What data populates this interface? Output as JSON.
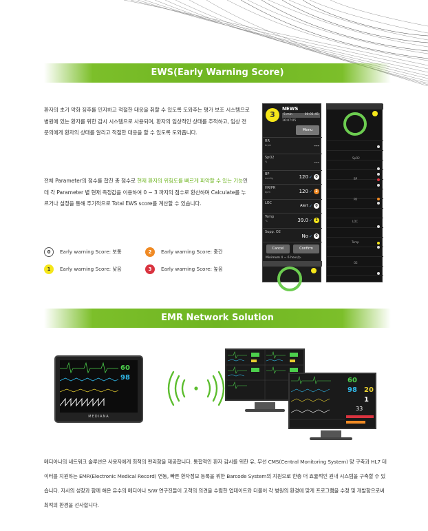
{
  "ews_section": {
    "title": "EWS(Early Warning Score)",
    "paragraph1": "환자의 초기 악화 징후를 인지하고 적절한 대응을 취할 수 있도록 도와주는 평가 보조 시스템으로 병원에 있는 환자를 위한 감시 시스템으로 사용되며, 환자의 임상적인 상태를 추적하고, 임상 전문의에게 환자의 상태를 알리고 적절한 대응을 할 수 있도록 도와줍니다.",
    "paragraph2_before": "전체 Parameter의 점수를 합친 총 점수로 ",
    "paragraph2_highlight": "현재 환자의 위험도를 빠르게 파악할 수 있는 기능",
    "paragraph2_after": "인데 각 Parameter 별 현재 측정값을 이용하여 0 ~ 3 까지의 점수로 환산하며 Calculate를 누르거나 설정을 통해 주기적으로 Total EWS score를 계산할 수 있습니다.",
    "legend": [
      {
        "number": "0",
        "label": "Early warning Score: 보통",
        "color": "#ffffff"
      },
      {
        "number": "2",
        "label": "Early warning Score: 중간",
        "color": "#f08a24"
      },
      {
        "number": "1",
        "label": "Early warning Score: 낮음",
        "color": "#f5e61a"
      },
      {
        "number": "3",
        "label": "Early warning Score: 높음",
        "color": "#d9333f"
      }
    ]
  },
  "monitor_screen": {
    "total_score": "3",
    "title": "NEWS",
    "interval": "5 min",
    "timer": "00:01:45",
    "time": "16:07:05",
    "menu_label": "Menu",
    "rows": [
      {
        "label": "RR",
        "unit": "brpm",
        "value": "---",
        "score": ""
      },
      {
        "label": "SpO2",
        "unit": "%",
        "value": "---",
        "score": ""
      },
      {
        "label": "BP",
        "unit": "mmHg",
        "value": "120",
        "score": "0"
      },
      {
        "label": "HR/PR",
        "unit": "bpm",
        "value": "120",
        "score": "2"
      },
      {
        "label": "LOC",
        "unit": "",
        "value": "Alert",
        "score": "0"
      },
      {
        "label": "Temp",
        "unit": "°C",
        "value": "39.0",
        "score": "1"
      },
      {
        "label": "Supp. O2",
        "unit": "",
        "value": "No",
        "score": "0"
      }
    ],
    "cancel_label": "Cancel",
    "confirm_label": "Confirm",
    "minimum_text": "Minimum 4 ~ 6 hour/p."
  },
  "monitor_screen_right": {
    "labels": [
      "SpO2",
      "BP",
      "PR",
      "LOC",
      "Temp",
      "O2"
    ]
  },
  "emr_section": {
    "title": "EMR Network Solution",
    "monitor_brand": "MEDIANA",
    "tablet_values": [
      "60",
      "98"
    ],
    "desktop_values": [
      "60",
      "98",
      "20",
      "1",
      "33"
    ],
    "paragraph": "메디아나의 네트워크 솔루션은 사용자에게 최적의 편리함을 제공합니다. 통합적인 환자 감시를 위한 유, 무선 CMS(Central Monitoring System) 망 구축과 HL7 데이터를 지원하는 EMR(Electronic Medical Record) 연동, 빠른 환자정보 등록을 위한 Barcode System의 지원으로 한층 더 효율적인 원내 시스템을 구축할 수 있습니다. 자사의 성장과 함께 해온 유수의 메디아나 S/W 연구진들이 고객의 의견을 수렴한 업데이트와 더불어 각 병원의 환경에 맞게 프로그램을 수정 및 개발함으로써 최적의 환경을 선사합니다."
  },
  "colors": {
    "accent_green": "#6fb522",
    "score_low": "#f5e61a",
    "score_mid": "#f08a24",
    "score_high": "#d9333f",
    "wifi_green": "#5cbd2e"
  }
}
